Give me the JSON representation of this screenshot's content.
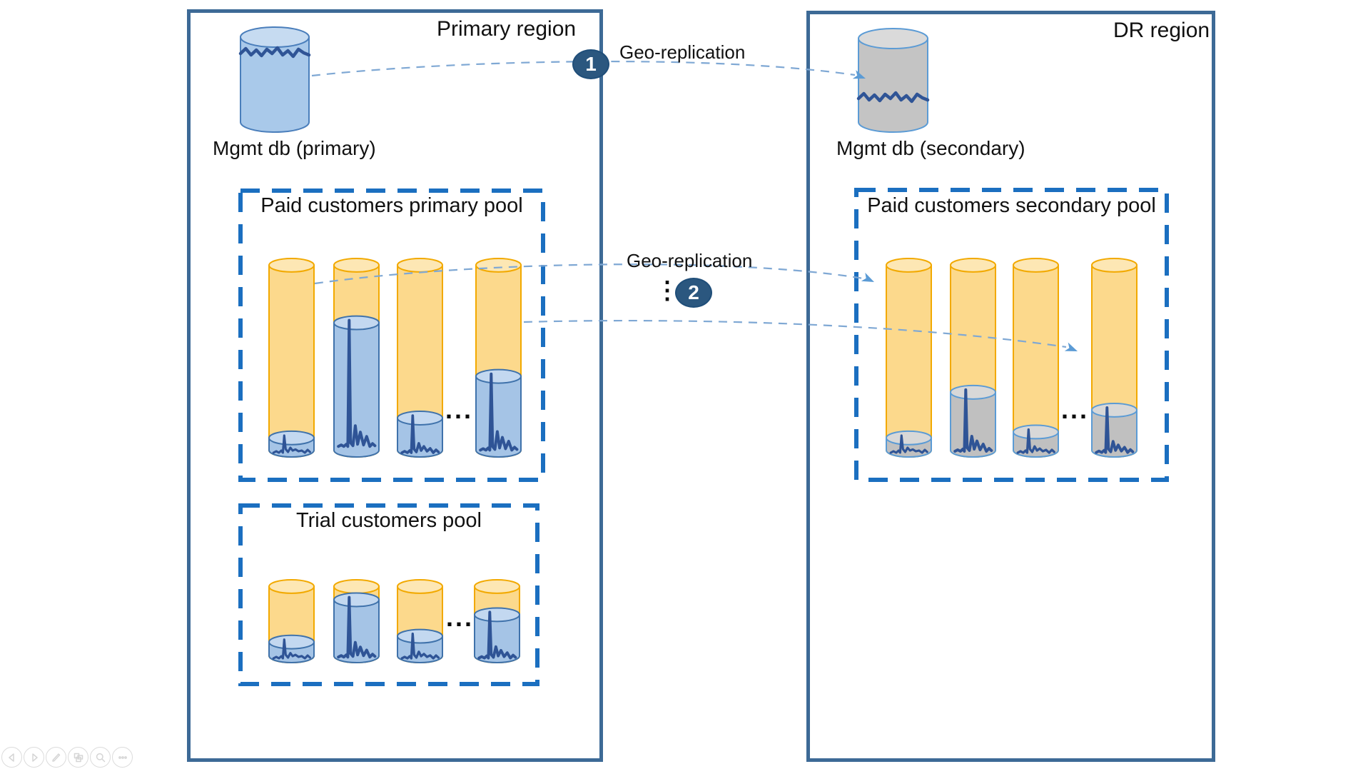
{
  "slide": {
    "primary_region": {
      "title": "Primary region",
      "mgmt_db": {
        "label": "Mgmt db (primary)",
        "color_style": "blue"
      },
      "pools": {
        "paid_primary": {
          "title": "Paid customers primary pool",
          "fill_style": "blue",
          "db_utilization_pct": [
            13,
            71,
            23,
            44
          ],
          "ellipsis": "..."
        },
        "trial": {
          "title": "Trial customers pool",
          "fill_style": "blue",
          "db_utilization_pct": [
            33,
            84,
            40,
            66
          ],
          "ellipsis": "..."
        }
      }
    },
    "dr_region": {
      "title": "DR region",
      "mgmt_db": {
        "label": "Mgmt db (secondary)",
        "color_style": "gray"
      },
      "pools": {
        "paid_secondary": {
          "title": "Paid customers secondary pool",
          "fill_style": "gray",
          "db_utilization_pct": [
            13,
            36,
            16,
            27
          ],
          "ellipsis": "..."
        }
      }
    },
    "replication_flows": {
      "mgmt": {
        "label": "Geo-replication",
        "badge": "1"
      },
      "pool": {
        "label": "Geo-replication",
        "badge": "2",
        "more_indicator": "⋮"
      }
    }
  },
  "toolbar": {
    "icons": [
      "previous-slide",
      "next-slide",
      "pen",
      "see-all-slides",
      "zoom",
      "more-options"
    ]
  },
  "colors": {
    "region_border": "#3d6a96",
    "pool_border": "#1b6fc0",
    "capacity_body": "#fcd98c",
    "capacity_top": "#fde7b4",
    "capacity_border": "#f2a900",
    "fill_blue_body": "#a5c4e6",
    "fill_blue_top": "#c3d8f0",
    "fill_blue_border": "#3f72ab",
    "fill_gray_body": "#c0c0c0",
    "fill_gray_top": "#d8d8d8",
    "fill_gray_border": "#5b9bd5",
    "mgmt_blue_body": "#a9c9ea",
    "mgmt_blue_top": "#c6dbf1",
    "mgmt_blue_border": "#4a7ebb",
    "mgmt_gray_body": "#c4c4c4",
    "mgmt_gray_top": "#dadada",
    "mgmt_gray_border": "#5b9bd5",
    "waveform_line": "#2f5496",
    "arrow_dash": "#7fa8d4",
    "arrowhead": "#5b9bd5",
    "badge_fill": "#2b577f",
    "badge_text": "#ffffff",
    "toolbar_icon": "#d5d5d5"
  }
}
